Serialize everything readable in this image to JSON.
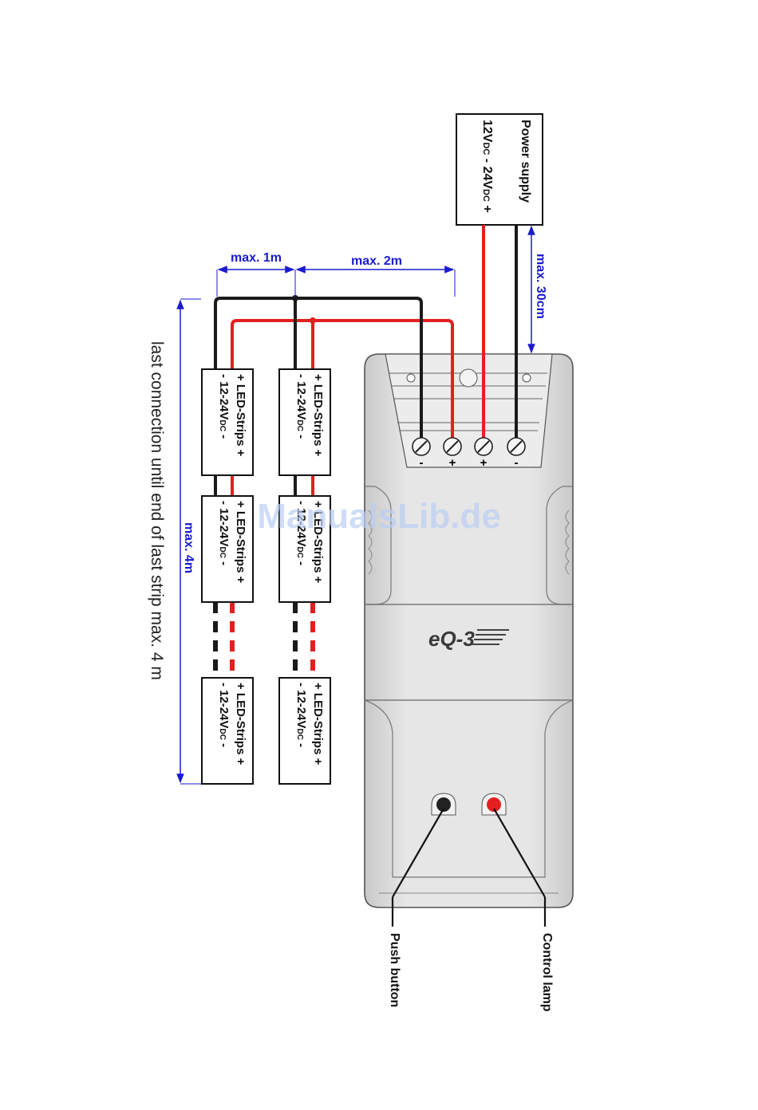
{
  "power_supply": {
    "title": "Power supply",
    "voltage_prefix": "12V",
    "voltage_dc1": "DC",
    "voltage_mid": " - 24V",
    "voltage_dc2": "DC",
    "voltage_sign": " +"
  },
  "dimensions": {
    "max_1m": "max. 1m",
    "max_2m": "max. 2m",
    "max_30cm": "max. 30cm",
    "max_4m": "max. 4m"
  },
  "led_strip": {
    "label_top": "+ LED-Strips +",
    "label_bottom_prefix": "- 12-24V",
    "label_bottom_dc": "DC",
    "label_bottom_suffix": " -"
  },
  "terminals": [
    "-",
    "+",
    "+",
    "-"
  ],
  "device": {
    "brand": "eQ-3",
    "watermark": "ManualsLib.de"
  },
  "callouts": {
    "push_button": "Push button",
    "control_lamp": "Control lamp"
  },
  "note": "last connection until end of last strip max. 4 m",
  "colors": {
    "wire_red": "#e41f1f",
    "wire_black": "#1a1a1a",
    "dimension_blue": "#1a1ad0",
    "housing": "#d8d8d8"
  }
}
